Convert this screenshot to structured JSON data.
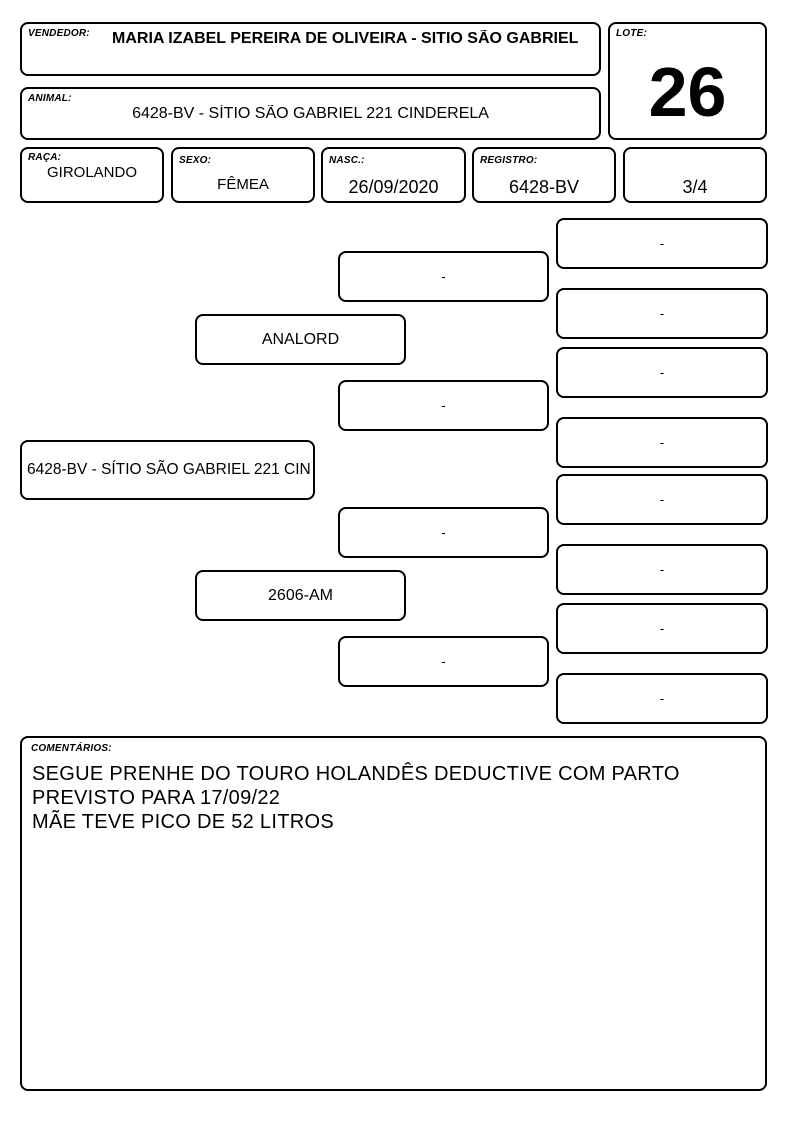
{
  "header": {
    "vendedor_label": "VENDEDOR:",
    "vendedor": "MARIA IZABEL PEREIRA DE OLIVEIRA - SITIO SÃO GABRIEL",
    "lote_label": "LOTE:",
    "lote": "26",
    "animal_label": "ANIMAL:",
    "animal": "6428-BV - SÍTIO SÃO GABRIEL 221 CINDERELA"
  },
  "info": {
    "raca_label": "RAÇA:",
    "raca": "GIROLANDO",
    "sexo_label": "SEXO:",
    "sexo": "FÊMEA",
    "nasc_label": "NASC.:",
    "nasc": "26/09/2020",
    "registro_label": "REGISTRO:",
    "registro": "6428-BV",
    "grau": "3/4"
  },
  "pedigree": {
    "animal": "6428-BV - SÍTIO SÃO GABRIEL 221 CIN",
    "sire": "ANALORD",
    "dam": "2606-AM",
    "sire_sire": "-",
    "sire_dam": "-",
    "dam_sire": "-",
    "dam_dam": "-",
    "gg1": "-",
    "gg2": "-",
    "gg3": "-",
    "gg4": "-",
    "gg5": "-",
    "gg6": "-",
    "gg7": "-",
    "gg8": "-"
  },
  "comments": {
    "label": "COMENTÁRIOS:",
    "line1": "SEGUE PRENHE DO TOURO HOLANDÊS DEDUCTIVE COM PARTO",
    "line2": "PREVISTO PARA 17/09/22",
    "line3": "MÃE TEVE PICO DE 52 LITROS"
  }
}
